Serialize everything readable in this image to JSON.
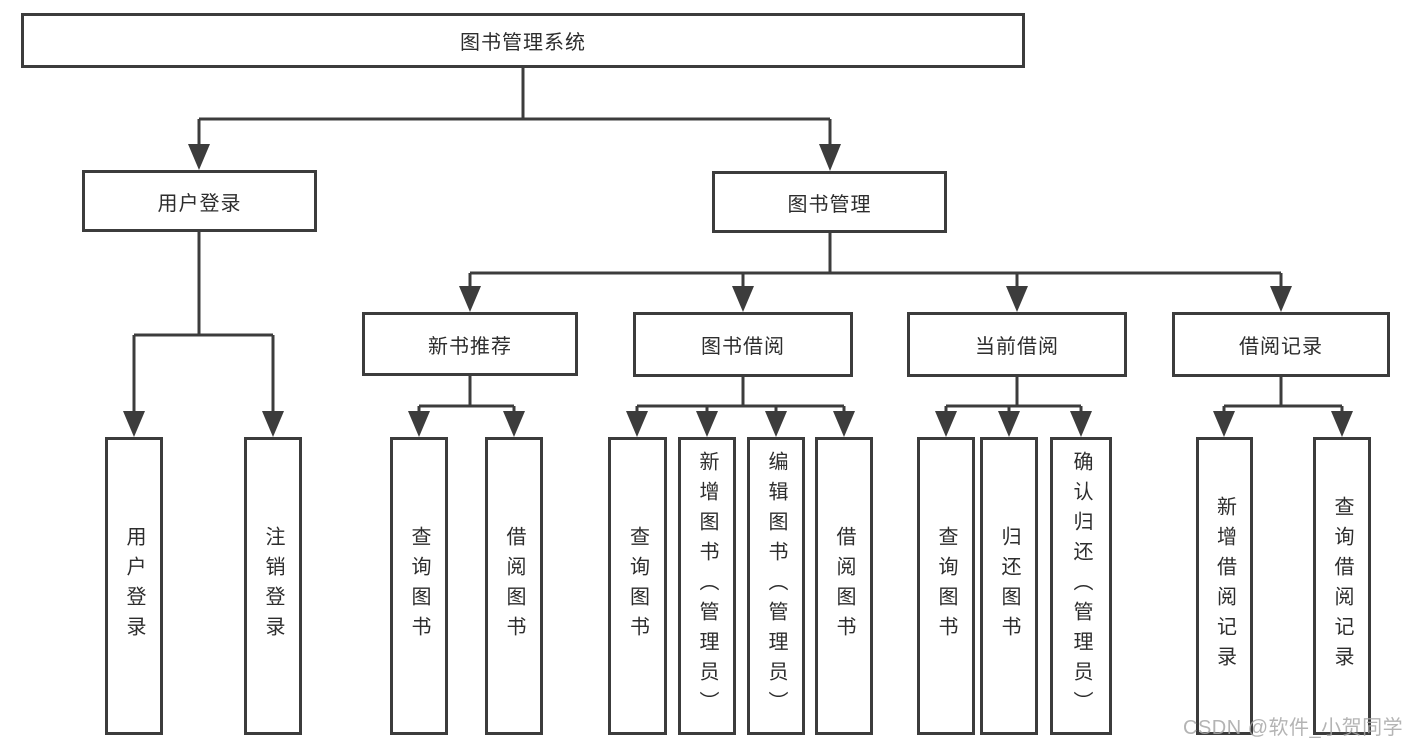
{
  "diagram": {
    "title": "图书管理系统",
    "branches": [
      {
        "label": "用户登录",
        "children": [
          {
            "label": "用户登录"
          },
          {
            "label": "注销登录"
          }
        ]
      },
      {
        "label": "图书管理",
        "children": [
          {
            "label": "新书推荐",
            "children": [
              {
                "label": "查询图书"
              },
              {
                "label": "借阅图书"
              }
            ]
          },
          {
            "label": "图书借阅",
            "children": [
              {
                "label": "查询图书"
              },
              {
                "label": "新增图书（管理员）"
              },
              {
                "label": "编辑图书（管理员）"
              },
              {
                "label": "借阅图书"
              }
            ]
          },
          {
            "label": "当前借阅",
            "children": [
              {
                "label": "查询图书"
              },
              {
                "label": "归还图书"
              },
              {
                "label": "确认归还（管理员）"
              }
            ]
          },
          {
            "label": "借阅记录",
            "children": [
              {
                "label": "新增借阅记录"
              },
              {
                "label": "查询借阅记录"
              }
            ]
          }
        ]
      }
    ]
  },
  "watermark": {
    "text": "CSDN @软件_小贺同学"
  },
  "colors": {
    "line": "#3c3c3c",
    "text": "#2d2d2d",
    "box_background": "#ffffff",
    "watermark": "#a8a8a8"
  }
}
